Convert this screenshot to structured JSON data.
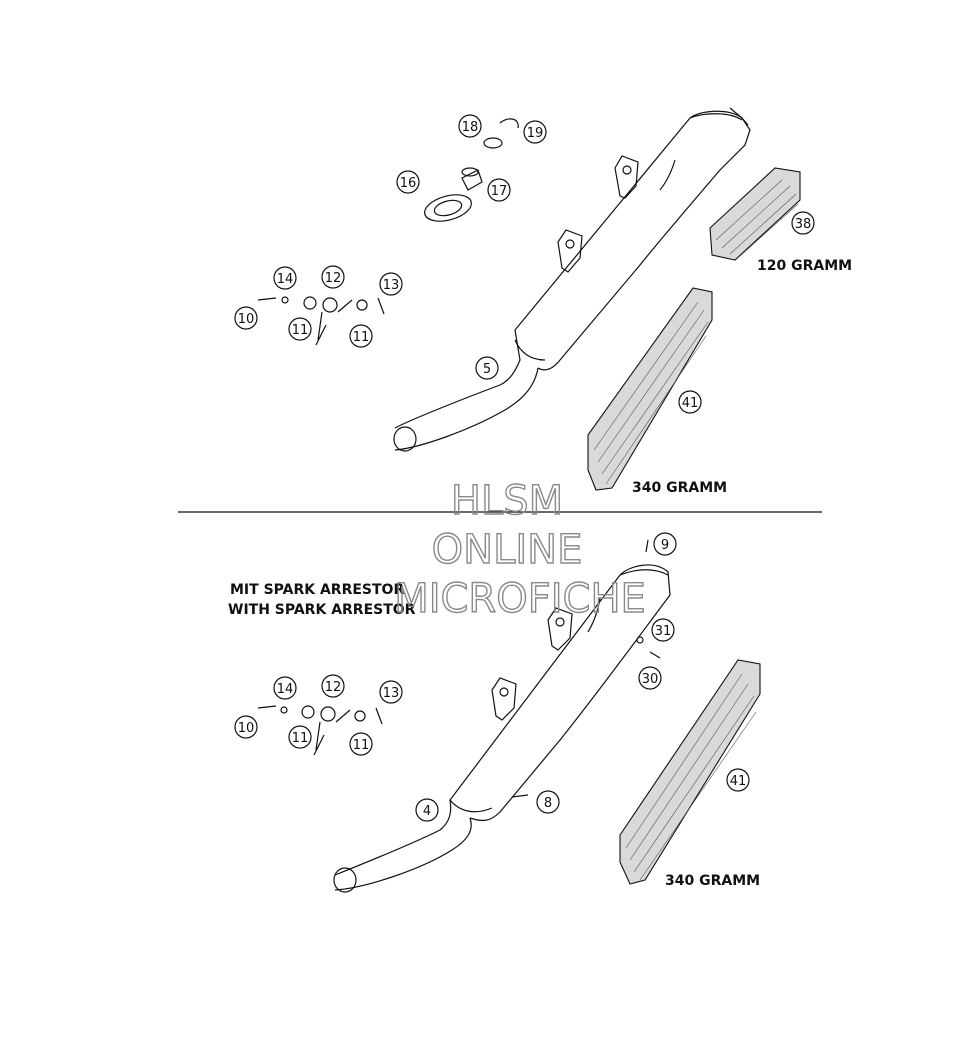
{
  "callouts": {
    "top": {
      "c18": "18",
      "c19": "19",
      "c16": "16",
      "c17": "17",
      "c38": "38",
      "c14": "14",
      "c12": "12",
      "c13": "13",
      "c10": "10",
      "c11a": "11",
      "c11b": "11",
      "c5": "5",
      "c41": "41"
    },
    "bottom": {
      "c9": "9",
      "c31": "31",
      "c30": "30",
      "c14": "14",
      "c12": "12",
      "c13": "13",
      "c10": "10",
      "c11a": "11",
      "c11b": "11",
      "c4": "4",
      "c8": "8",
      "c41": "41"
    }
  },
  "captions": {
    "weight_120": "120 GRAMM",
    "weight_340_top": "340 GRAMM",
    "weight_340_bottom": "340 GRAMM",
    "variant_de": "MIT SPARK ARRESTOR",
    "variant_en": "WITH SPARK ARRESTOR"
  },
  "watermark": {
    "line1": "HLSM",
    "line2": "ONLINE",
    "line3": "MICROFICHE"
  },
  "colors": {
    "ink": "#111111",
    "watermark": "#8a8a8a",
    "background": "#ffffff"
  }
}
